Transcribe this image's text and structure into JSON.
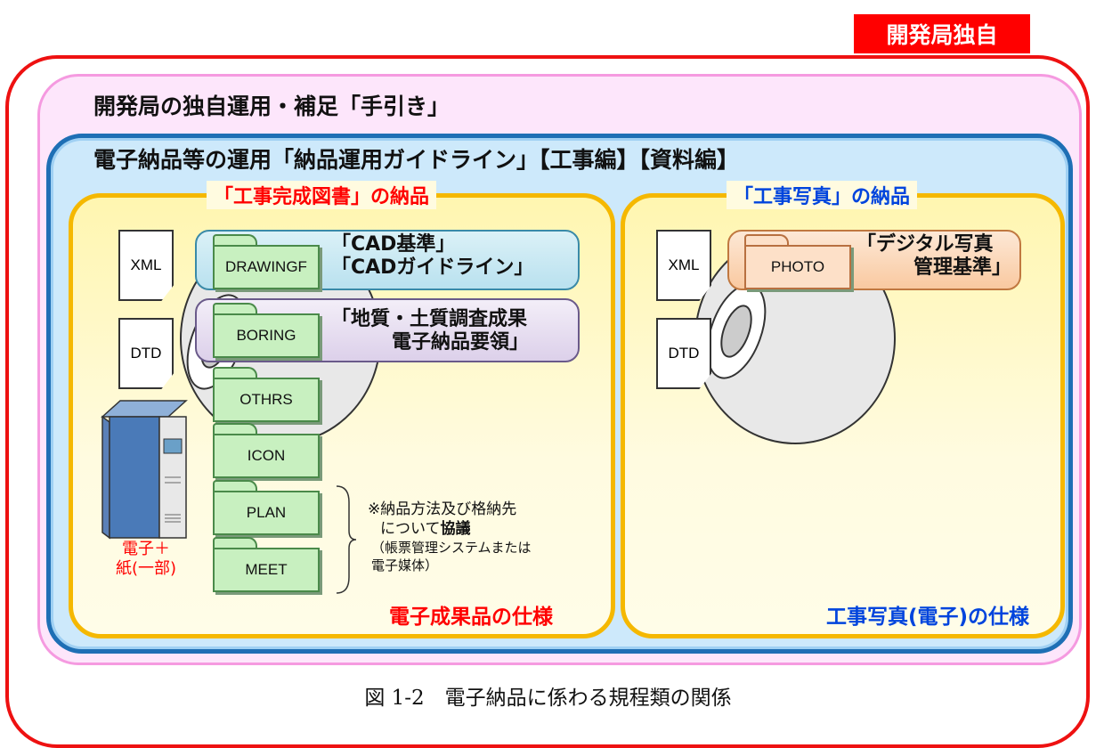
{
  "tag": "開発局独自",
  "pink_title": "開発局の独自運用・補足「手引き」",
  "blue_title": "電子納品等の運用「納品運用ガイドライン」【工事編】【資料編】",
  "left_panel": {
    "title": "「工事完成図書」の納品",
    "spec": "電子成果品の仕様",
    "docs": [
      "XML",
      "DTD"
    ],
    "rows": [
      {
        "folder": "DRAWINGF",
        "text1": "「CAD基準」",
        "text2": "「CADガイドライン」"
      },
      {
        "folder": "BORING",
        "text1": "「地質・土質調査成果",
        "text2": "電子納品要領」"
      }
    ],
    "folders": [
      "OTHRS",
      "ICON",
      "PLAN",
      "MEET"
    ],
    "binder_label1": "電子＋",
    "binder_label2": "紙(一部)",
    "note_line1": "※納品方法及び格納先",
    "note_line2a": "について",
    "note_line2b": "協議",
    "note_line3": "（帳票管理システムまたは",
    "note_line4": "電子媒体）"
  },
  "right_panel": {
    "title": "「工事写真」の納品",
    "spec": "工事写真(電子)の仕様",
    "docs": [
      "XML",
      "DTD"
    ],
    "folder": "PHOTO",
    "text1": "「デジタル写真",
    "text2": "管理基準」"
  },
  "caption": "図 1-2　電子納品に係わる規程類の関係",
  "colors": {
    "red": "#ff0000",
    "blue_text": "#0044dd",
    "panel_border": "#f5b800",
    "blue_border": "#1e6fb5",
    "pink_border": "#f59ae0"
  }
}
